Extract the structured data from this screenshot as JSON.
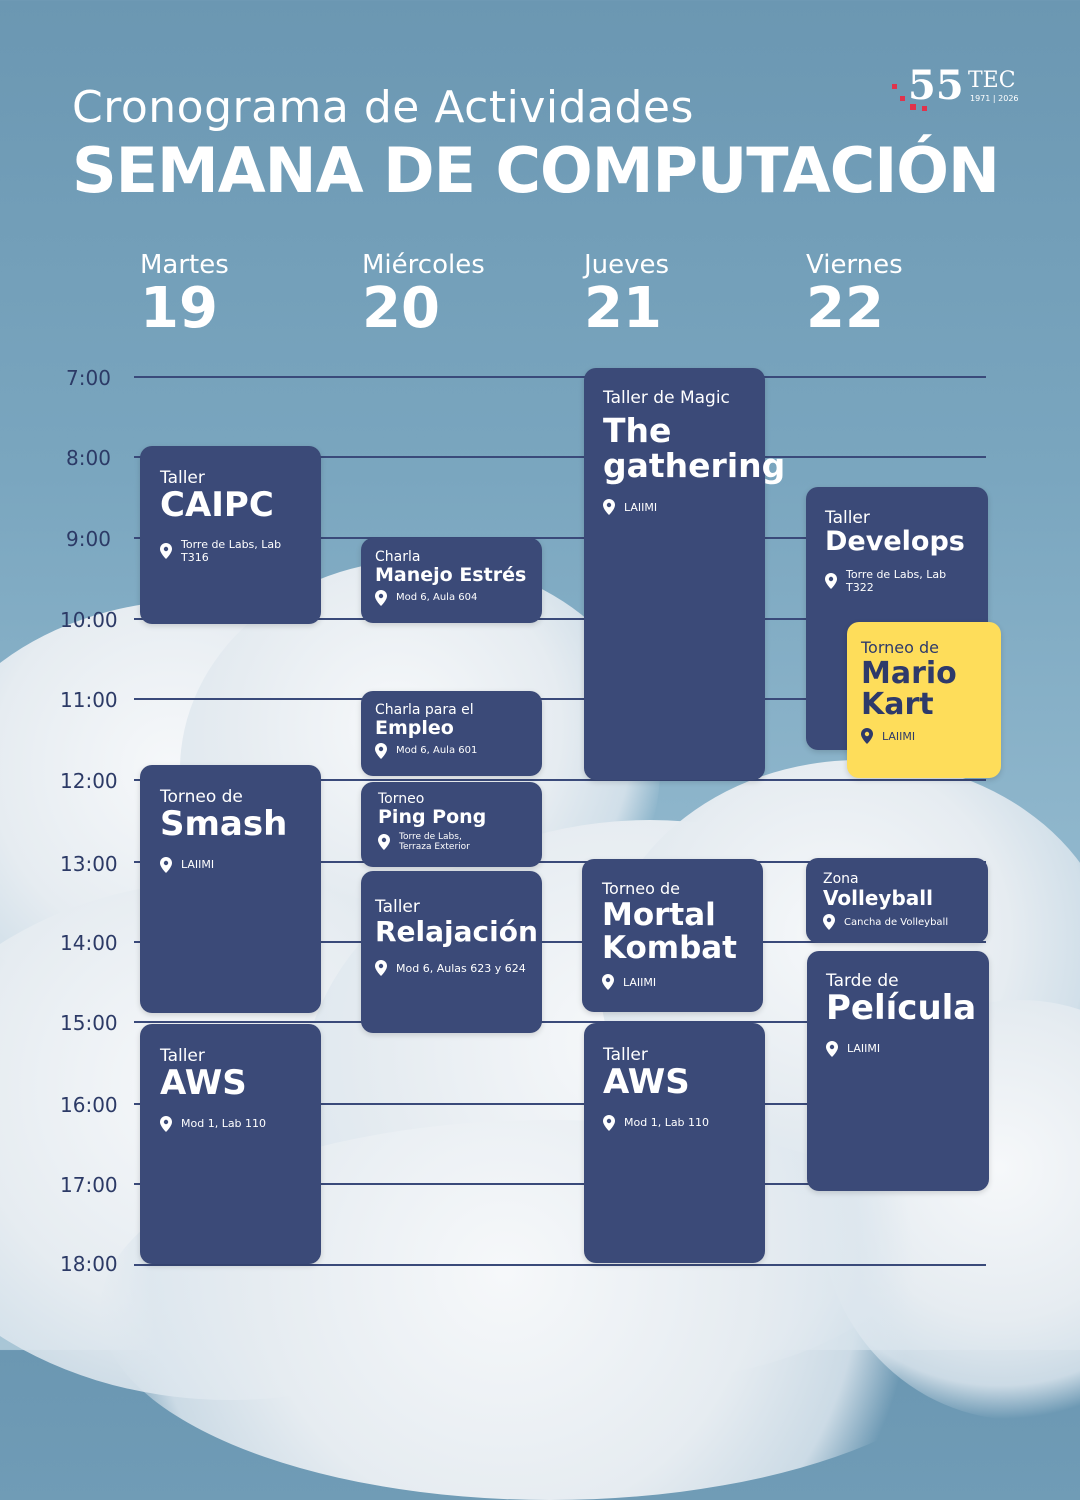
{
  "header": {
    "line1": "Cronograma de Actividades",
    "line2": "SEMANA DE COMPUTACIÓN"
  },
  "logo": {
    "number": "55",
    "brand": "TEC",
    "years": "1971 | 2026"
  },
  "days": [
    {
      "name": "Martes",
      "number": "19"
    },
    {
      "name": "Miércoles",
      "number": "20"
    },
    {
      "name": "Jueves",
      "number": "21"
    },
    {
      "name": "Viernes",
      "number": "22"
    }
  ],
  "hours": [
    "7:00",
    "8:00",
    "9:00",
    "10:00",
    "11:00",
    "12:00",
    "13:00",
    "14:00",
    "15:00",
    "16:00",
    "17:00",
    "18:00"
  ],
  "events": [
    {
      "kind": "Taller",
      "title": "CAIPC",
      "location": "Torre de Labs, Lab T316"
    },
    {
      "kind": "Torneo de",
      "title": "Smash",
      "location": "LAIIMI"
    },
    {
      "kind": "Taller",
      "title": "AWS",
      "location": "Mod 1, Lab 110"
    },
    {
      "kind": "Charla",
      "title": "Manejo Estrés",
      "location": "Mod 6, Aula 604"
    },
    {
      "kind": "Charla para el",
      "title": "Empleo",
      "location": "Mod 6, Aula 601"
    },
    {
      "kind": "Torneo",
      "title": "Ping Pong",
      "location": "Torre de Labs, Terraza Exterior"
    },
    {
      "kind": "Taller",
      "title": "Relajación",
      "location": "Mod 6, Aulas 623 y 624"
    },
    {
      "kind": "Taller de Magic",
      "title": "The gathering",
      "location": "LAIIMI"
    },
    {
      "kind": "Torneo de",
      "title": "Mortal Kombat",
      "location": "LAIIMI"
    },
    {
      "kind": "Taller",
      "title": "AWS",
      "location": "Mod 1, Lab 110"
    },
    {
      "kind": "Taller",
      "title": "Develops",
      "location": "Torre de Labs, Lab T322"
    },
    {
      "kind": "Torneo de",
      "title": "Mario Kart",
      "location": "LAIIMI"
    },
    {
      "kind": "Zona",
      "title": "Volleyball",
      "location": "Cancha de Volleyball"
    },
    {
      "kind": "Tarde de",
      "title": "Película",
      "location": "LAIIMI"
    }
  ],
  "colors": {
    "card": "#3b4a78",
    "highlight": "#fedd5a",
    "line": "#3a4a7a"
  }
}
